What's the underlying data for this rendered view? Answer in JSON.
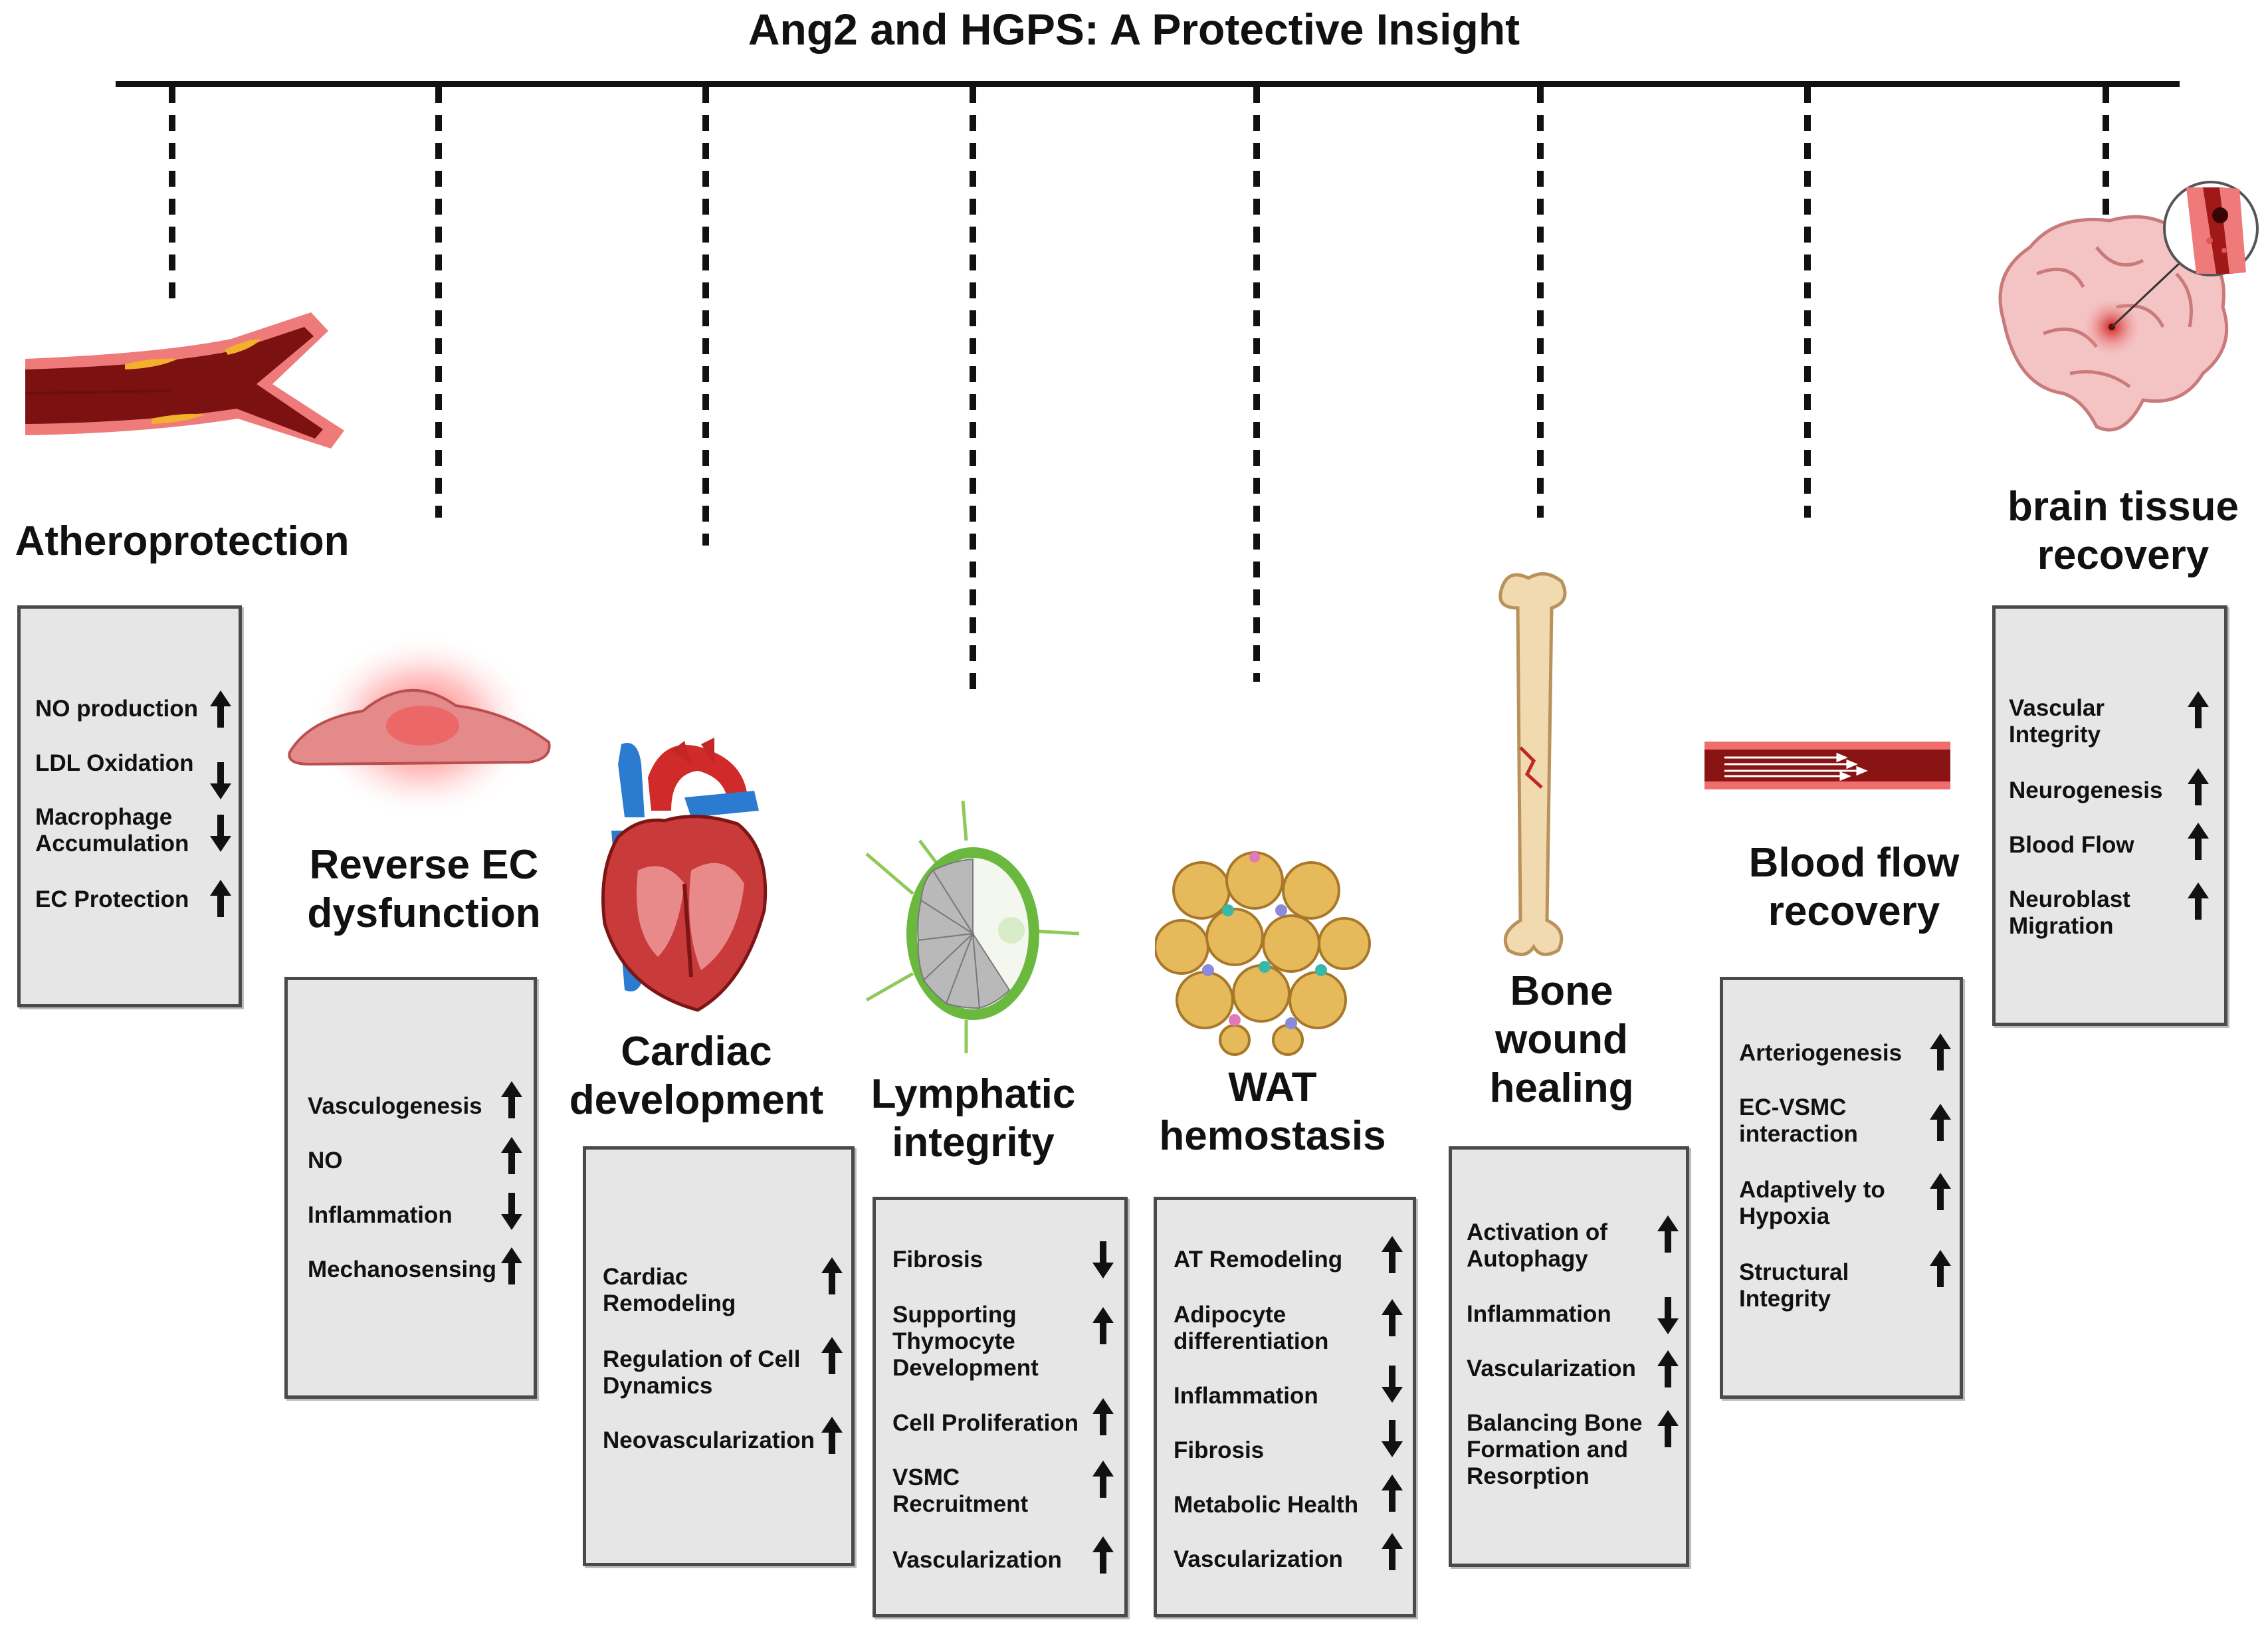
{
  "title": "Ang2 and HGPS: A Protective Insight",
  "sections": [
    {
      "heading": "Atheroprotection",
      "illustration": "artery-plaque-icon",
      "rows": [
        {
          "label": "NO production",
          "direction": "up"
        },
        {
          "label": "LDL Oxidation",
          "direction": "down"
        },
        {
          "label": "Macrophage\nAccumulation",
          "direction": "down"
        },
        {
          "label": "EC Protection",
          "direction": "up"
        }
      ]
    },
    {
      "heading": "Reverse EC\ndysfunction",
      "illustration": "endothelial-cell-icon",
      "rows": [
        {
          "label": "Vasculogenesis",
          "direction": "up"
        },
        {
          "label": "NO",
          "direction": "up"
        },
        {
          "label": "Inflammation",
          "direction": "down"
        },
        {
          "label": "Mechanosensing",
          "direction": "up"
        }
      ]
    },
    {
      "heading": "Cardiac\ndevelopment",
      "illustration": "heart-icon",
      "rows": [
        {
          "label": "Cardiac\nRemodeling",
          "direction": "up"
        },
        {
          "label": "Regulation of Cell\nDynamics",
          "direction": "up"
        },
        {
          "label": "Neovascularization",
          "direction": "up"
        }
      ]
    },
    {
      "heading": "Lymphatic\nintegrity",
      "illustration": "lymph-node-icon",
      "rows": [
        {
          "label": "Fibrosis",
          "direction": "down"
        },
        {
          "label": "Supporting\nThymocyte\nDevelopment",
          "direction": "up"
        },
        {
          "label": "Cell Proliferation",
          "direction": "up"
        },
        {
          "label": "VSMC\nRecruitment",
          "direction": "up"
        },
        {
          "label": "Vascularization",
          "direction": "up"
        }
      ]
    },
    {
      "heading": "WAT\nhemostasis",
      "illustration": "adipose-tissue-icon",
      "rows": [
        {
          "label": "AT Remodeling",
          "direction": "up"
        },
        {
          "label": "Adipocyte\ndifferentiation",
          "direction": "up"
        },
        {
          "label": "Inflammation",
          "direction": "down"
        },
        {
          "label": "Fibrosis",
          "direction": "down"
        },
        {
          "label": "Metabolic Health",
          "direction": "up"
        },
        {
          "label": "Vascularization",
          "direction": "up"
        }
      ]
    },
    {
      "heading": "Bone\nwound\nhealing",
      "illustration": "fractured-bone-icon",
      "rows": [
        {
          "label": "Activation of\nAutophagy",
          "direction": "up"
        },
        {
          "label": "Inflammation",
          "direction": "down"
        },
        {
          "label": "Vascularization",
          "direction": "up"
        },
        {
          "label": "Balancing Bone\nFormation and\nResorption",
          "direction": "up"
        }
      ]
    },
    {
      "heading": "Blood flow\nrecovery",
      "illustration": "blood-vessel-flow-icon",
      "rows": [
        {
          "label": "Arteriogenesis",
          "direction": "up"
        },
        {
          "label": "EC-VSMC\ninteraction",
          "direction": "up"
        },
        {
          "label": "Adaptively to\nHypoxia",
          "direction": "up"
        },
        {
          "label": "Structural\nIntegrity",
          "direction": "up"
        }
      ]
    },
    {
      "heading": "brain tissue\nrecovery",
      "illustration": "brain-lesion-icon",
      "rows": [
        {
          "label": "Vascular\nIntegrity",
          "direction": "up"
        },
        {
          "label": "Neurogenesis",
          "direction": "up"
        },
        {
          "label": "Blood Flow",
          "direction": "up"
        },
        {
          "label": "Neuroblast\nMigration",
          "direction": "up"
        }
      ]
    }
  ]
}
